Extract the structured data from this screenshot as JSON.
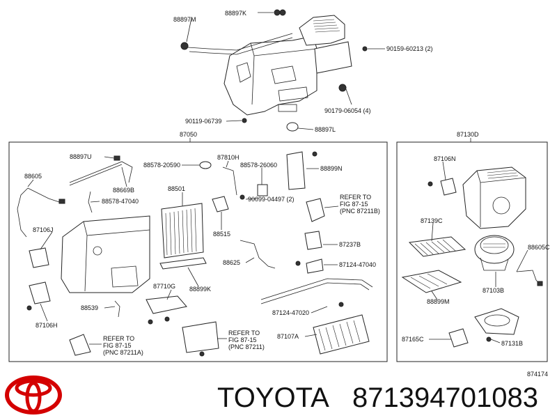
{
  "colors": {
    "ink": "#111111",
    "logo": "#d40000"
  },
  "top_assembly": {
    "labels": {
      "p88897M": "88897M",
      "p88897K": "88897K",
      "p90159": "90159-60213 (2)",
      "p90179": "90179-06054 (4)",
      "p90119": "90119-06739",
      "p88897L": "88897L"
    },
    "left_group_label": "87050",
    "right_group_label": "87130D"
  },
  "left_box": {
    "labels": {
      "p88897U": "88897U",
      "p88578_20590": "88578-20590",
      "p87810H": "87810H",
      "p88578_26060": "88578-26060",
      "p88899N": "88899N",
      "p88605": "88605",
      "p88669B": "88669B",
      "p88501": "88501",
      "p88578_47040": "88578-47040",
      "p90099": "90099-04497 (2)",
      "p87106J": "87106J",
      "p88515": "88515",
      "p87237B": "87237B",
      "p88625": "88625",
      "p87124_47040": "87124-47040",
      "p87710G": "87710G",
      "p88899K": "88899K",
      "p88539": "88539",
      "p87124_47020": "87124-47020",
      "p87106H": "87106H",
      "p87107A": "87107A"
    },
    "refer1": [
      "REFER TO",
      "FIG 87-15",
      "(PNC 87211B)"
    ],
    "refer2": [
      "REFER TO",
      "FIG 87-15",
      "(PNC 87211A)"
    ],
    "refer3": [
      "REFER TO",
      "FIG 87-15",
      "(PNC 87211)"
    ]
  },
  "right_box": {
    "labels": {
      "p87106N": "87106N",
      "p87139C": "87139C",
      "p88605C": "88605C",
      "p87103B": "87103B",
      "p88899M": "88899M",
      "p87165C": "87165C",
      "p87131B": "87131B"
    }
  },
  "figure_number": "874174",
  "footer": {
    "brand": "TOYOTA",
    "part_number": "871394701083",
    "logo_icon": "toyota-logo-icon"
  }
}
